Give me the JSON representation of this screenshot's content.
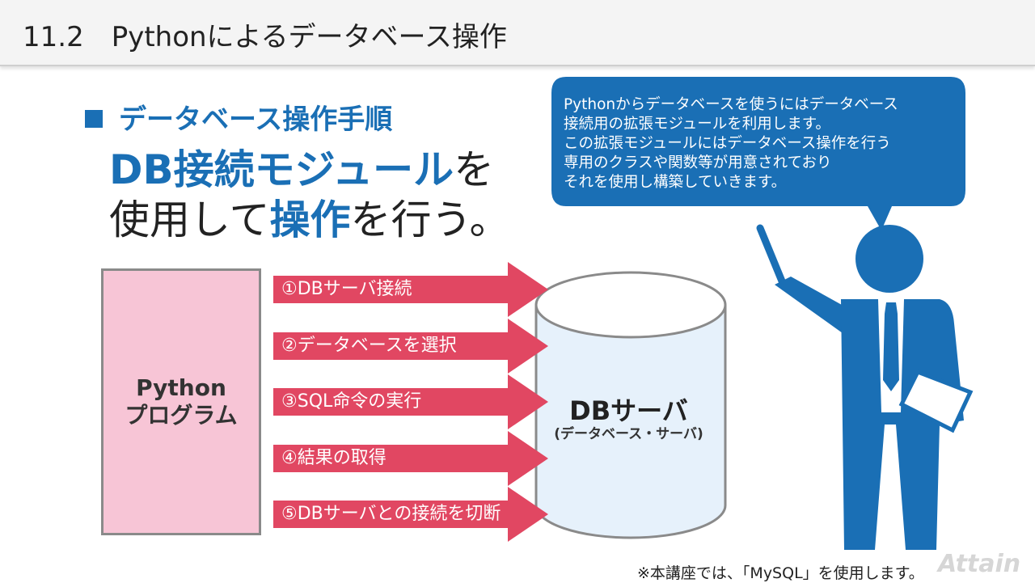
{
  "header": {
    "title": "11.2　Pythonによるデータベース操作"
  },
  "section": {
    "heading": "データベース操作手順"
  },
  "headline": {
    "line1_em": "DB接続モジュール",
    "line1_rest": "を",
    "line2_a": "使用して",
    "line2_em": "操作",
    "line2_rest": "を行う。"
  },
  "python_box": {
    "line1": "Python",
    "line2": "プログラム"
  },
  "steps": [
    "①DBサーバ接続",
    "②データベースを選択",
    "③SQL命令の実行",
    "④結果の取得",
    "⑤DBサーバとの接続を切断"
  ],
  "db": {
    "title": "DBサーバ",
    "subtitle": "(データベース・サーバ)"
  },
  "bubble": {
    "lines": [
      "Pythonからデータベースを使うにはデータベース",
      "接続用の拡張モジュールを利用します。",
      "この拡張モジュールにはデータベース操作を行う",
      "専用のクラスや関数等が用意されており",
      "それを使用し構築していきます。"
    ]
  },
  "footnote": "※本講座では、「MySQL」を使用します。",
  "logo": "Attain",
  "colors": {
    "accent": "#1a6fb5",
    "arrow": "#e14762",
    "python_box": "#f7c5d6",
    "db_fill": "#e6f1fb"
  }
}
